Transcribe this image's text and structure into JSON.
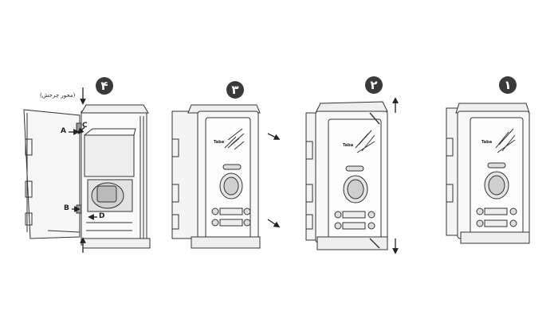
{
  "steps": [
    {
      "id": "4",
      "badge": "۴"
    },
    {
      "id": "3",
      "badge": "۳"
    },
    {
      "id": "2",
      "badge": "۲"
    },
    {
      "id": "1",
      "badge": "۱"
    }
  ],
  "caption_axis": "(محور چرخش)",
  "labels": {
    "a": "A",
    "b": "B",
    "c": "C",
    "d": "D"
  },
  "brand": "Taba"
}
